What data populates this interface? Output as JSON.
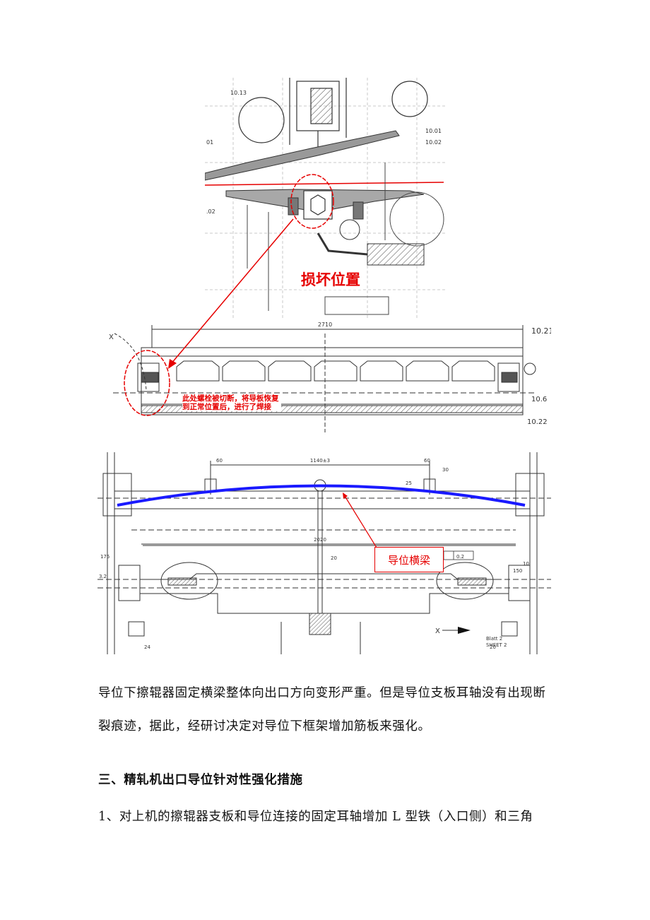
{
  "figure1": {
    "damage_label": "损坏位置",
    "ref_labels": [
      "10.13",
      "10.01",
      "10.02",
      "01",
      "02"
    ]
  },
  "figure2": {
    "dimension_top": "2710",
    "ref_labels": [
      "10.21",
      "10.6",
      "10.22",
      "X"
    ],
    "note": "此处螺栓被切断，将导板恢复到正常位置后，进行了焊接"
  },
  "figure3": {
    "dimension_labels": [
      "60",
      "1140±3",
      "60",
      "30",
      "25",
      "2020",
      "20",
      "175",
      "3.2",
      "10",
      "150",
      "20",
      "24"
    ],
    "callout_label": "导位横梁",
    "sheet_label": "Blatt 2\nSHEET 2",
    "tolerance": "0.2",
    "x_marker": "X"
  },
  "body": {
    "paragraph1": "导位下擦辊器固定横梁整体向出口方向变形严重。但是导位支板耳轴没有出现断裂痕迹，据此，经研讨决定对导位下框架增加筋板来强化。",
    "heading3": "三、精轧机出口导位针对性强化措施",
    "paragraph2": "1、对上机的擦辊器支板和导位连接的固定耳轴增加 L 型铁（入口侧）和三角"
  }
}
